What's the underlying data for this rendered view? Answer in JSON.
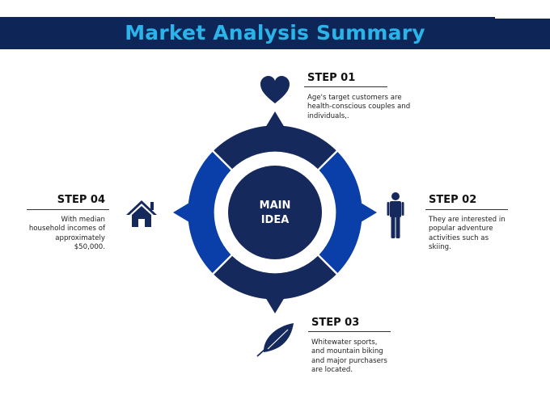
{
  "header": {
    "title": "Market Analysis Summary"
  },
  "center": {
    "line1": "MAIN",
    "line2": "IDEA"
  },
  "steps": [
    {
      "title": "STEP 01",
      "text": "Age's target customers are health-conscious couples and individuals,.",
      "icon": "heart-icon"
    },
    {
      "title": "STEP 02",
      "text": "They are interested in popular adventure activities such as skiing.",
      "icon": "person-icon"
    },
    {
      "title": "STEP 03",
      "text": "Whitewater sports, and mountain biking and major purchasers are located.",
      "icon": "leaf-icon"
    },
    {
      "title": "STEP 04",
      "text": "With median household incomes of approximately $50,000.",
      "icon": "house-icon"
    }
  ],
  "colors": {
    "dark_navy": "#15295c",
    "royal_blue": "#0a3ea8",
    "title_cyan": "#2ab4ea",
    "header_bg": "#0e2557"
  }
}
